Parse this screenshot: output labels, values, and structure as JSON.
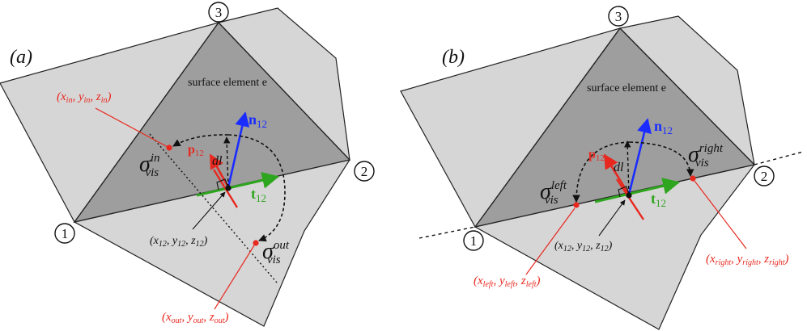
{
  "colors": {
    "outer_gray": "#d6d6d6",
    "inner_gray": "#9e9e9e",
    "normal_blue": "#1a2cff",
    "tangent_green": "#2ea51e",
    "red": "#e8281f",
    "black": "#111111"
  },
  "panel_a": {
    "label": "(a)",
    "node1": "1",
    "node2": "2",
    "node3": "3",
    "element_label": "surface element e",
    "normal": {
      "base": "n",
      "sub": "12"
    },
    "tangent": {
      "base": "t",
      "sub": "12"
    },
    "p": {
      "base": "p",
      "sub": "12"
    },
    "dl": "dl",
    "sigma_in": {
      "base": "σ",
      "sup": "in",
      "sub": "vis"
    },
    "sigma_out": {
      "base": "σ",
      "sup": "out",
      "sub": "vis"
    },
    "point_in": {
      "x": "x",
      "xs": "in",
      "y": "y",
      "ys": "in",
      "z": "z",
      "zs": "in"
    },
    "point_mid": {
      "x": "x",
      "xs": "12",
      "y": "y",
      "ys": "12",
      "z": "z",
      "zs": "12"
    },
    "point_out": {
      "x": "x",
      "xs": "out",
      "y": "y",
      "ys": "out",
      "z": "z",
      "zs": "out"
    }
  },
  "panel_b": {
    "label": "(b)",
    "node1": "1",
    "node2": "2",
    "node3": "3",
    "element_label": "surface element e",
    "normal": {
      "base": "n",
      "sub": "12"
    },
    "tangent": {
      "base": "t",
      "sub": "12"
    },
    "p": {
      "base": "p",
      "sub": "12"
    },
    "dl": "dl",
    "sigma_left": {
      "base": "σ",
      "sup": "left",
      "sub": "vis"
    },
    "sigma_right": {
      "base": "σ",
      "sup": "right",
      "sub": "vis"
    },
    "point_left": {
      "x": "x",
      "xs": "left",
      "y": "y",
      "ys": "left",
      "z": "z",
      "zs": "left"
    },
    "point_mid": {
      "x": "x",
      "xs": "12",
      "y": "y",
      "ys": "12",
      "z": "z",
      "zs": "12"
    },
    "point_right": {
      "x": "x",
      "xs": "right",
      "y": "y",
      "ys": "right",
      "z": "z",
      "zs": "right"
    }
  }
}
